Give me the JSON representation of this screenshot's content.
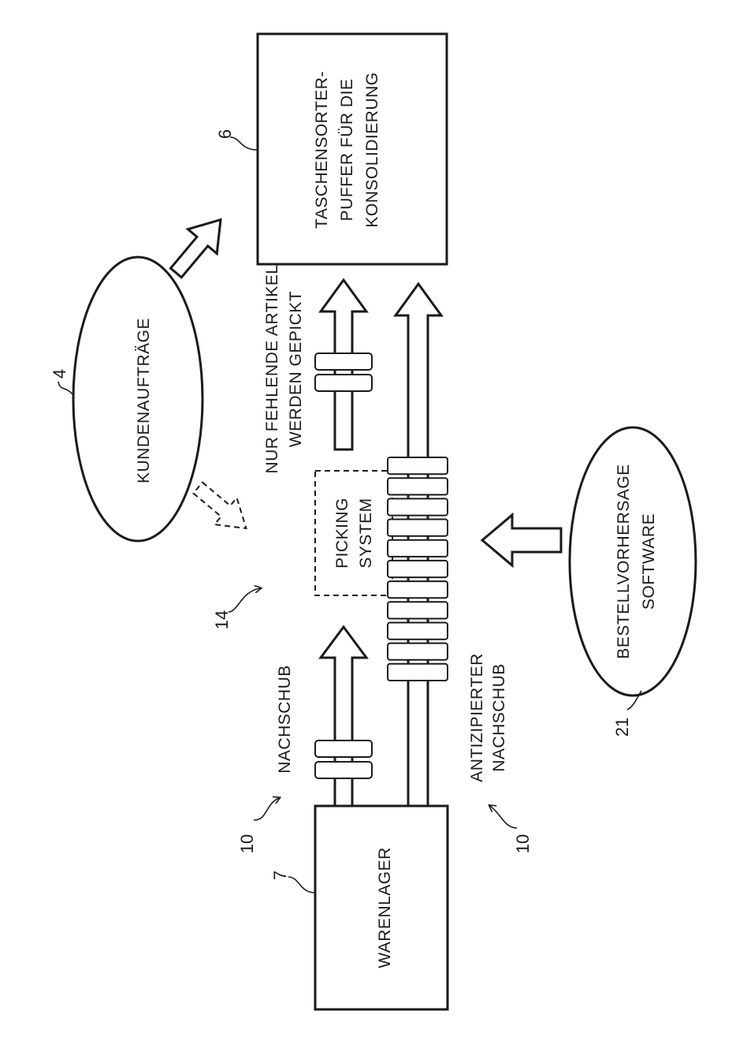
{
  "blocks": {
    "taschensorter": [
      "TASCHENSORTER-",
      "PUFFER FÜR DIE",
      "KONSOLIDIERUNG"
    ],
    "warenlager": "WARENLAGER",
    "picking_system": [
      "PICKING",
      "SYSTEM"
    ],
    "kundenauftraege": "KUNDENAUFTRÄGE",
    "bestellvorhersage": [
      "BESTELLVORHERSAGE",
      "SOFTWARE"
    ]
  },
  "labels": {
    "nur_fehlende": [
      "NUR FEHLENDE ARTIKEL",
      "WERDEN GEPICKT"
    ],
    "nachschub": "NACHSCHUB",
    "antizipierter": [
      "ANTIZIPIERTER",
      "NACHSCHUB"
    ]
  },
  "refs": {
    "r4": "4",
    "r6": "6",
    "r7": "7",
    "r10a": "10",
    "r10b": "10",
    "r14": "14",
    "r21": "21"
  }
}
